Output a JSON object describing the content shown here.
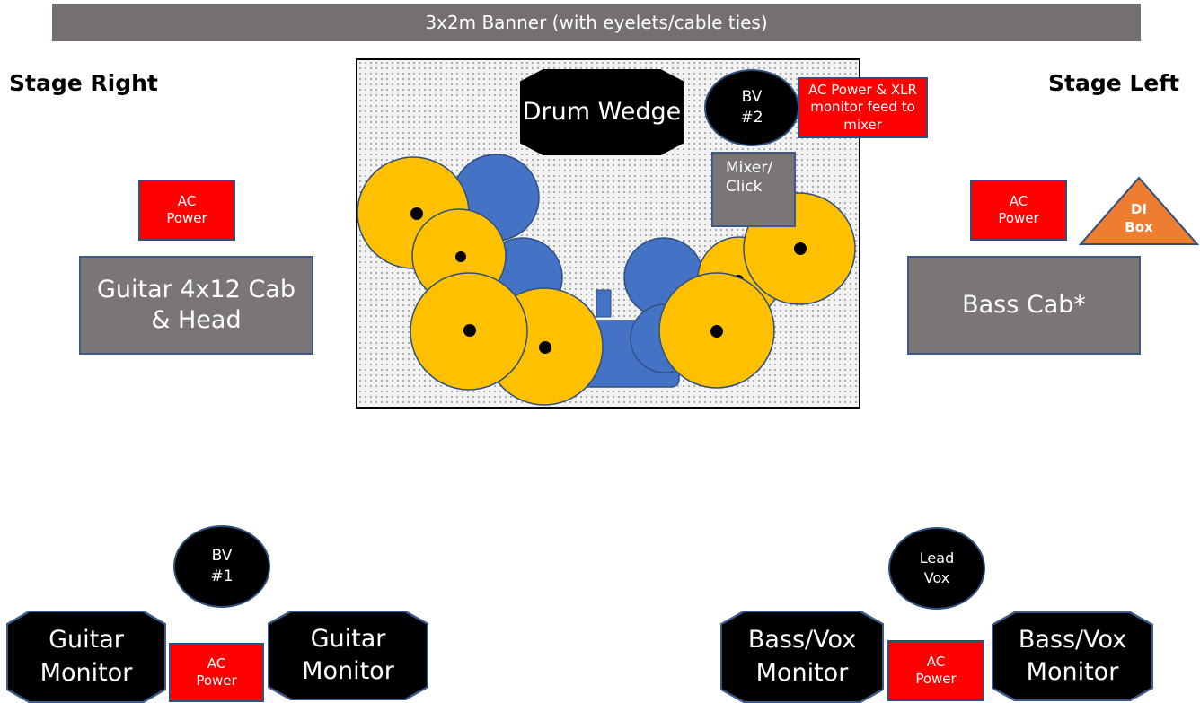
{
  "banner": {
    "label": "3x2m Banner (with eyelets/cable ties)"
  },
  "stage_right": {
    "label": "Stage Right"
  },
  "stage_left": {
    "label": "Stage Left"
  },
  "drum_riser": {
    "drum_wedge": "Drum Wedge",
    "bv2": "BV\n#2",
    "ac_xlr": "AC Power & XLR monitor feed to mixer",
    "mixer_click": "Mixer/\nClick"
  },
  "guitar_side": {
    "ac_power": "AC\nPower",
    "cab": "Guitar 4x12 Cab\n& Head"
  },
  "bass_side": {
    "ac_power": "AC\nPower",
    "di_box": "DI\nBox",
    "cab": "Bass Cab*"
  },
  "front_left": {
    "bv1": "BV\n#1",
    "monitor_left": "Guitar\nMonitor",
    "ac_power": "AC\nPower",
    "monitor_right": "Guitar\nMonitor"
  },
  "front_right": {
    "lead_vox": "Lead\nVox",
    "monitor_left": "Bass/Vox\nMonitor",
    "ac_power": "AC\nPower",
    "monitor_right": "Bass/Vox\nMonitor"
  },
  "colors": {
    "banner": "#757070",
    "cab": "#7a7676",
    "power": "#ff0000",
    "cymbal": "#ffc000",
    "drum": "#4472c4",
    "di_box": "#ed7d31"
  }
}
